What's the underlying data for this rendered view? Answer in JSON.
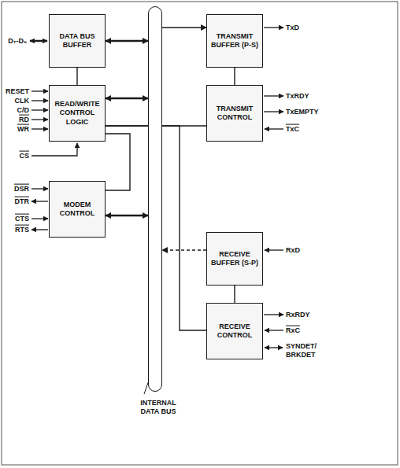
{
  "diagram": {
    "nodes": [
      {
        "text": [
          "DATA BUS BUFFER"
        ]
      },
      {
        "text": [
          "READ/WRITE CONTROL LOGIC"
        ]
      },
      {
        "text": [
          "MODEM CONTROL"
        ]
      },
      {
        "text": [
          "TRANSMIT BUFFER (P-S)"
        ]
      },
      {
        "text": [
          "TRANSMIT CONTROL"
        ]
      },
      {
        "text": [
          "RECEIVE BUFFER (S-P)"
        ]
      },
      {
        "text": [
          "RECEIVE CONTROL"
        ]
      },
      {
        "text": [
          "INTERNAL DATA BUS"
        ]
      }
    ],
    "edges": [
      {
        "from": 0,
        "to": 7,
        "arrow": "both"
      },
      {
        "from": 1,
        "to": 7,
        "arrow": "both"
      },
      {
        "from": 2,
        "to": 7,
        "arrow": "both"
      },
      {
        "from": 0,
        "to": 1,
        "arrow": "none"
      },
      {
        "from": 1,
        "to": 4,
        "arrow": "none"
      },
      {
        "from": 1,
        "to": 6,
        "arrow": "none"
      },
      {
        "from": 1,
        "to": 2,
        "arrow": "none"
      },
      {
        "from": 7,
        "to": 3,
        "arrow": "to"
      },
      {
        "from": 5,
        "to": 7,
        "arrow": "to"
      },
      {
        "from": 3,
        "to": 4,
        "arrow": "none"
      },
      {
        "from": 5,
        "to": 6,
        "arrow": "none"
      }
    ],
    "labels": [
      "D₇-D₀",
      "RESET",
      "CLK",
      "C/D",
      "RD",
      "WR",
      "CS",
      "DSR",
      "DTR",
      "CTS",
      "RTS",
      "TxD",
      "TxRDY",
      "TxEMPTY",
      "TxC",
      "RxD",
      "RxRDY",
      "RxC",
      "SYNDET/ BRKDET"
    ]
  }
}
